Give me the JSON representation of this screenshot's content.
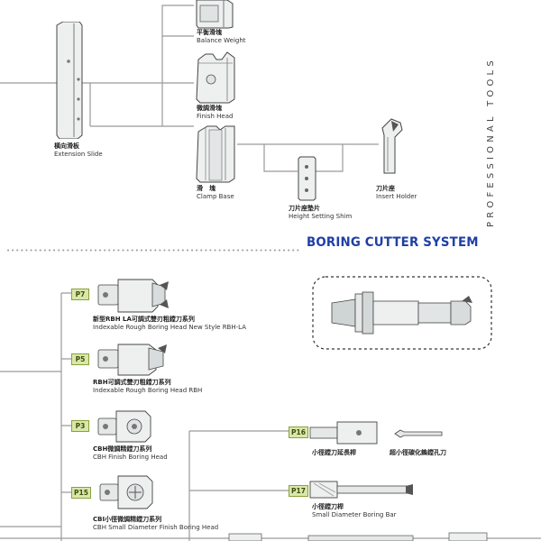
{
  "brand": {
    "vertical_text": "PROFESSIONAL TOOLS",
    "section_title": "BORING CUTTER SYSTEM"
  },
  "colors": {
    "title_blue": "#1f3fa8",
    "badge_fill": "#d9e8a8",
    "badge_border": "#8aa040",
    "line": "#9a9a9a"
  },
  "components": {
    "balance_weight": {
      "cn": "平衡滑塊",
      "en": "Balance Weight"
    },
    "finish_head": {
      "cn": "微調滑塊",
      "en": "Finish Head"
    },
    "extension_slide": {
      "cn": "橫向滑板",
      "en": "Extension Slide"
    },
    "clamp_base": {
      "cn": "滑　塊",
      "en": "Clamp Base"
    },
    "height_setting_shim": {
      "cn": "刀片座墊片",
      "en": "Height Setting Shim"
    },
    "insert_holder": {
      "cn": "刀片座",
      "en": "Insert Holder"
    }
  },
  "heads": [
    {
      "page": "P7",
      "cn": "新型RBH LA可調式雙刃粗鏜刀系列",
      "en": "Indexable Rough Boring Head New Style RBH-LA"
    },
    {
      "page": "P5",
      "cn": "RBH可調式雙刃粗鏜刀系列",
      "en": "Indexable Rough Boring Head RBH"
    },
    {
      "page": "P3",
      "cn": "CBH微調精鏜刀系列",
      "en": "CBH Finish Boring Head"
    },
    {
      "page": "P15",
      "cn": "CBI小徑微調精鏜刀系列",
      "en": "CBH Small Diameter Finish Boring Head"
    }
  ],
  "accessories": [
    {
      "page": "P16",
      "cn": "小徑鏜刀延長桿",
      "en": ""
    },
    {
      "page": "",
      "cn": "超小徑碳化鎢鏜孔刀",
      "en": ""
    },
    {
      "page": "P17",
      "cn": "小徑鏜刀桿",
      "en": "Small Diameter Boring Bar"
    }
  ]
}
